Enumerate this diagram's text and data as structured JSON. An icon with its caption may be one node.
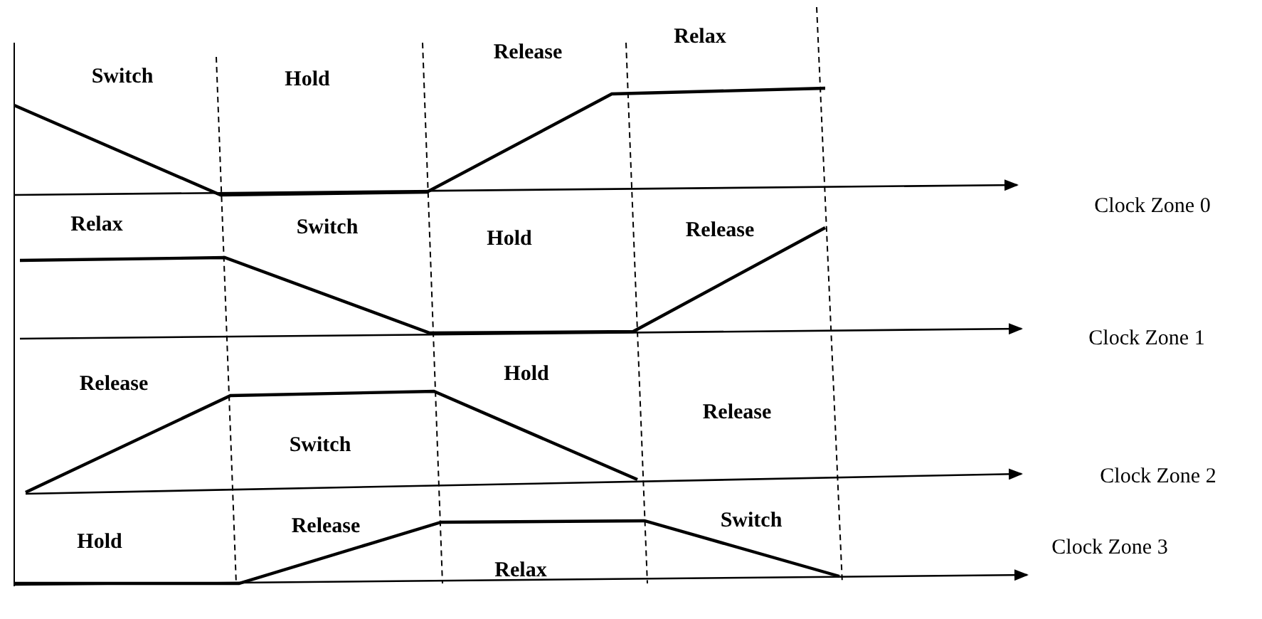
{
  "diagram": {
    "labels": [
      "Switch",
      "Hold",
      "Release",
      "Relax",
      "Clock Zone 0",
      "Relax",
      "Switch",
      "Hold",
      "Release",
      "Clock Zone 1",
      "Release",
      "Hold",
      "Release",
      "Switch",
      "Clock Zone 2",
      "Hold",
      "Release",
      "Switch",
      "Clock Zone 3",
      "Relax"
    ]
  }
}
